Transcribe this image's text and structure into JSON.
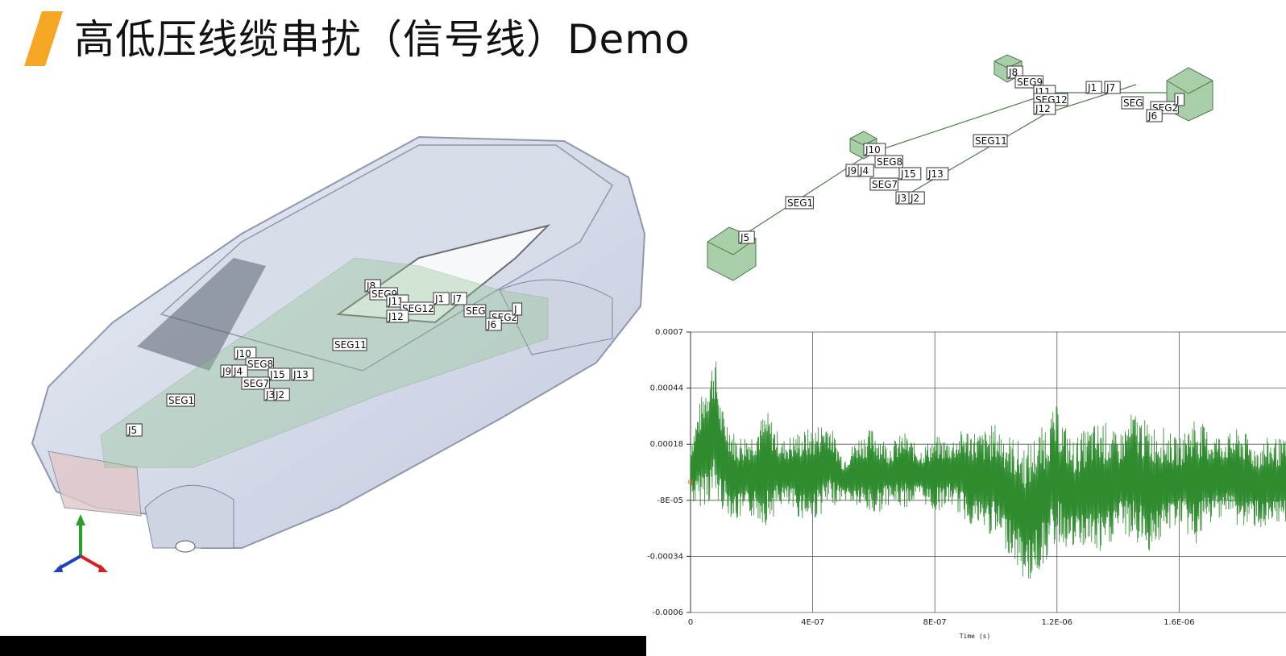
{
  "title": "高低压线缆串扰（信号线）Demo",
  "colors": {
    "accent": "#f5a623",
    "signal": "#2e8b2e",
    "harness_box": "#a8cfa8",
    "car_glass": "#c9d3e6"
  },
  "labels_3d": [
    "J8",
    "SEG9",
    "J11",
    "SEG12",
    "J12",
    "J1",
    "J7",
    "SEG",
    "SEG2",
    "J",
    "J6",
    "SEG11",
    "J10",
    "SEG8",
    "J9",
    "J4",
    "J15",
    "J13",
    "SEG7",
    "J3",
    "J2",
    "SEG1",
    "J5"
  ],
  "chart_data": {
    "type": "line",
    "xlabel": "Time (s)",
    "ylabel": "",
    "x_ticks": [
      "0",
      "4E-07",
      "8E-07",
      "1.2E-06",
      "1.6E-06"
    ],
    "y_ticks": [
      "0.0007",
      "0.00044",
      "0.00018",
      "-8E-05",
      "-0.00034",
      "-0.0006"
    ],
    "xlim": [
      0,
      1.95e-06
    ],
    "ylim": [
      -0.0006,
      0.0007
    ],
    "grid": true,
    "series": [
      {
        "color": "#2e8b2e",
        "envelope_x": [
          0,
          2e-08,
          5e-08,
          8e-08,
          1e-07,
          1.5e-07,
          2e-07,
          2.5e-07,
          3e-07,
          3.5e-07,
          4e-07,
          4.5e-07,
          5e-07,
          5.5e-07,
          6e-07,
          6.5e-07,
          7e-07,
          7.5e-07,
          8e-07,
          8.5e-07,
          9e-07,
          9.5e-07,
          1e-06,
          1.05e-06,
          1.1e-06,
          1.15e-06,
          1.2e-06,
          1.25e-06,
          1.3e-06,
          1.35e-06,
          1.4e-06,
          1.45e-06,
          1.5e-06,
          1.55e-06,
          1.6e-06,
          1.65e-06,
          1.7e-06,
          1.75e-06,
          1.8e-06,
          1.85e-06,
          1.9e-06,
          1.95e-06
        ],
        "envelope_hi": [
          0.0002,
          0.00032,
          0.00048,
          0.00062,
          0.00036,
          0.00022,
          0.00024,
          0.00034,
          0.0002,
          0.00024,
          0.00026,
          0.0003,
          0.00012,
          0.00022,
          0.00026,
          0.00018,
          0.00024,
          0.00016,
          0.00022,
          0.0002,
          0.00026,
          0.00024,
          0.00028,
          0.00022,
          0.00018,
          0.00026,
          0.00036,
          0.0002,
          0.00026,
          0.0003,
          0.00022,
          0.00034,
          0.00028,
          0.00026,
          0.0002,
          0.00032,
          0.00024,
          0.00022,
          0.00026,
          0.00018,
          0.00022,
          0.0002
        ],
        "envelope_lo": [
          -8e-05,
          -0.00012,
          -0.0001,
          -0.0001,
          -0.00012,
          -0.00018,
          -0.00016,
          -0.0002,
          -0.0001,
          -0.00016,
          -0.00018,
          -0.00012,
          -8e-05,
          -0.00012,
          -0.00016,
          -0.0001,
          -0.00012,
          -8e-05,
          -0.00014,
          -0.0001,
          -0.00018,
          -0.00022,
          -0.00026,
          -0.00034,
          -0.00048,
          -0.0004,
          -0.00028,
          -0.00032,
          -0.0003,
          -0.00036,
          -0.00022,
          -0.00028,
          -0.00032,
          -0.00026,
          -0.00018,
          -0.0003,
          -0.0002,
          -0.00014,
          -0.00022,
          -0.0002,
          -0.00024,
          -0.00018
        ]
      }
    ]
  }
}
